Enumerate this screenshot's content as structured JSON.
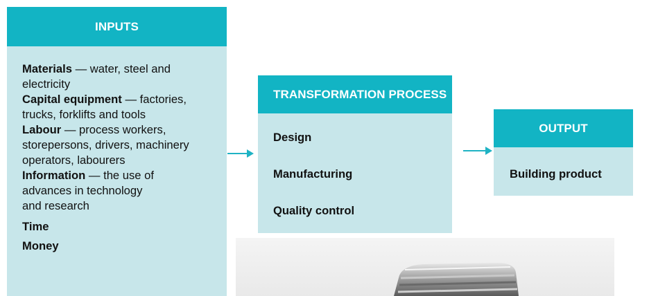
{
  "inputs": {
    "title": "INPUTS",
    "materials_label": "Materials",
    "materials_text_1": " — water, steel and",
    "materials_text_2": "electricity",
    "capital_label": "Capital equipment",
    "capital_text_1": " — factories,",
    "capital_text_2": "trucks, forklifts and tools",
    "labour_label": "Labour",
    "labour_text_1": " — process workers,",
    "labour_text_2": "storepersons, drivers, machinery",
    "labour_text_3": "operators, labourers",
    "information_label": "Information",
    "information_text_1": " — the use of",
    "information_text_2": "advances in technology",
    "information_text_3": "and research",
    "time": "Time",
    "money": "Money"
  },
  "transformation": {
    "title": "TRANSFORMATION PROCESS",
    "items": [
      "Design",
      "Manufacturing",
      "Quality control"
    ]
  },
  "output": {
    "title": "OUTPUT",
    "item": "Building product"
  },
  "colors": {
    "header": "#12b4c4",
    "box_fill": "#c7e6ea",
    "arrow": "#1fb3c4"
  }
}
